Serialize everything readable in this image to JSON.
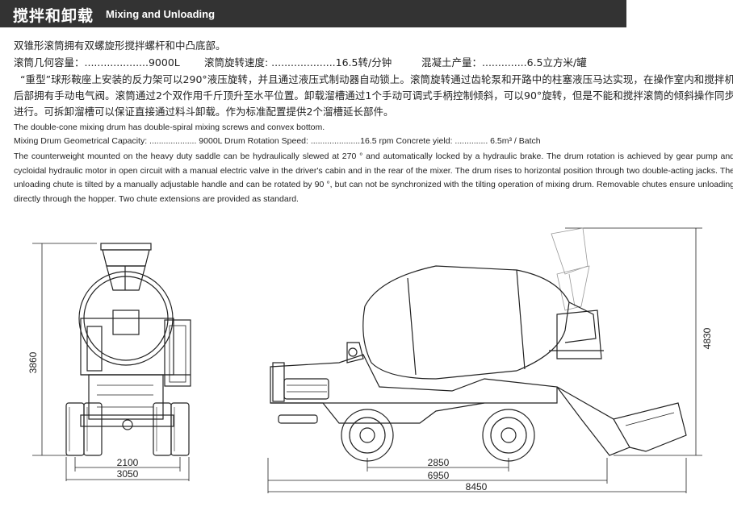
{
  "header": {
    "title_zh": "搅拌和卸载",
    "title_en": "Mixing and Unloading"
  },
  "zh": {
    "line1": "双锥形滚筒拥有双螺旋形搅拌螺杆和中凸底部。",
    "specs": [
      "滚筒几何容量：....................9000L",
      "滚筒旋转速度: ....................16.5转/分钟",
      "混凝土产量：..............6.5立方米/罐"
    ],
    "paragraph": "“重型”球形鞍座上安装的反力架可以290°液压旋转，并且通过液压式制动器自动锁上。滚筒旋转通过齿轮泵和开路中的柱塞液压马达实现，在操作室内和搅拌机后部拥有手动电气阀。滚筒通过2个双作用千斤顶升至水平位置。卸载溜槽通过1个手动可调式手柄控制倾斜，可以90°旋转，但是不能和搅拌滚筒的倾斜操作同步进行。可拆卸溜槽可以保证直接通过料斗卸载。作为标准配置提供2个溜槽延长部件。"
  },
  "en": {
    "line1": "The double-cone mixing drum has double-spiral mixing  screws and convex bottom.",
    "specs": "Mixing Drum Geometrical Capacity: .................... 9000L Drum Rotation Speed: .....................16.5 rpm Concrete yield: .............. 6.5m³ / Batch",
    "paragraph": "The counterweight mounted on the heavy duty saddle can be hydraulically slewed at 270 ° and automatically locked by a hydraulic brake. The drum rotation is achieved by gear pump and cycloidal hydraulic motor in open circuit with a manual electric valve in the driver's cabin and in the rear of the mixer. The drum rises to horizontal position through two double-acting jacks. The unloading chute is tilted by a manually adjustable handle and can be rotated by 90 °, but can not be synchronized with the tilting operation of mixing drum. Removable chutes ensure unloading directly through the hopper. Two chute extensions are provided as standard."
  },
  "dimensions": {
    "front_height": "3860",
    "front_track": "2100",
    "front_width": "3050",
    "side_height": "4830",
    "wheelbase": "2850",
    "length": "6950",
    "length_max": "8450"
  }
}
